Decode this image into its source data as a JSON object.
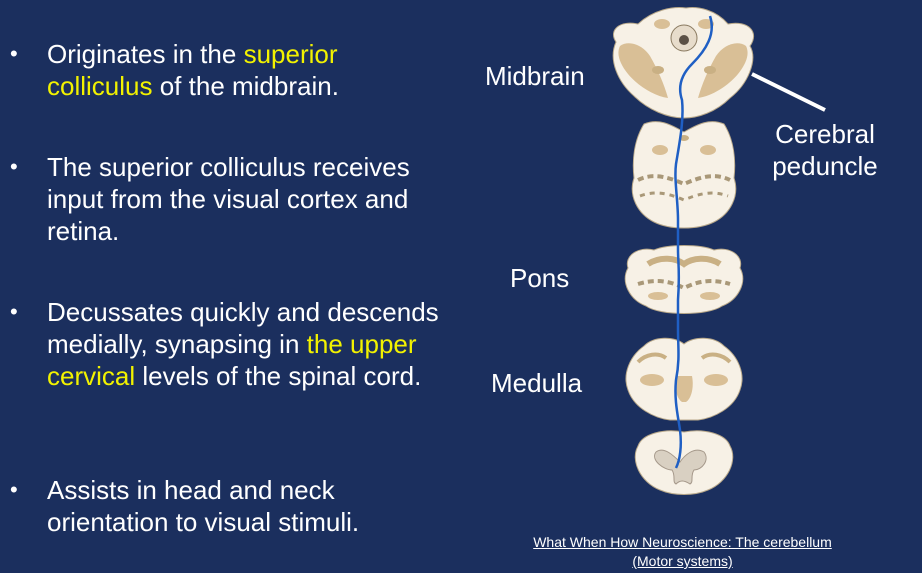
{
  "bullets": [
    {
      "marker": "•",
      "segments": [
        {
          "text": "Originates in the ",
          "highlight": false
        },
        {
          "text": "superior colliculus",
          "highlight": true
        },
        {
          "text": " of the midbrain.",
          "highlight": false
        }
      ]
    },
    {
      "marker": "•",
      "segments": [
        {
          "text": "The superior colliculus receives input from the visual cortex and retina.",
          "highlight": false
        }
      ]
    },
    {
      "marker": "•",
      "segments": [
        {
          "text": "Decussates quickly and descends medially, synapsing in ",
          "highlight": false
        },
        {
          "text": "the upper cervical",
          "highlight": true
        },
        {
          "text": " levels of the spinal cord.",
          "highlight": false
        }
      ]
    },
    {
      "marker": "•",
      "segments": [
        {
          "text": "Assists in head and neck orientation to visual stimuli.",
          "highlight": false
        }
      ]
    }
  ],
  "diagram": {
    "label_midbrain": "Midbrain",
    "label_cerebral_line1": "Cerebral",
    "label_cerebral_line2": "peduncle",
    "label_pons": "Pons",
    "label_medulla": "Medulla"
  },
  "citation": {
    "line1": "What When How Neuroscience: The cerebellum",
    "line2": "(Motor systems)"
  },
  "colors": {
    "background": "#1b2f5e",
    "text": "#ffffff",
    "highlight": "#f2f200",
    "tract": "#1f5fc4",
    "tissue": "#f7f1e6",
    "grey_matter": "#d9bf96"
  }
}
